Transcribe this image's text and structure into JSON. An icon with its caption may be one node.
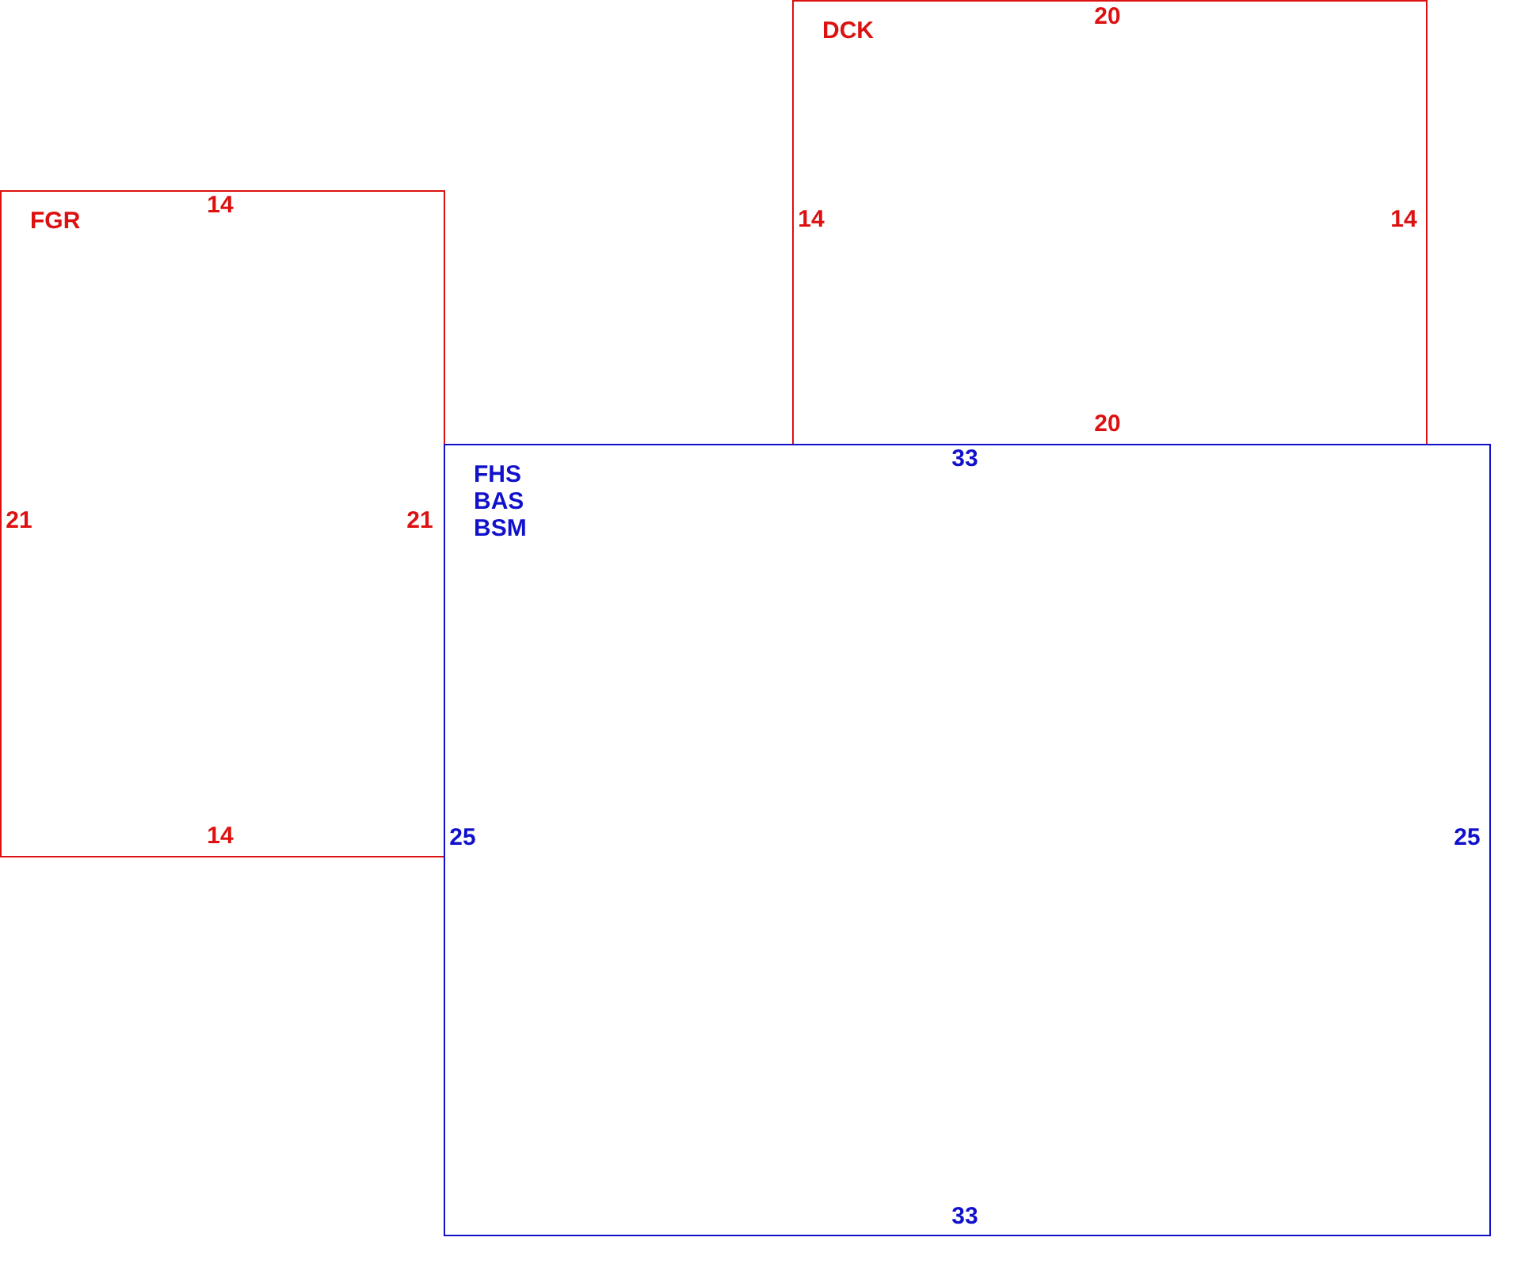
{
  "diagram": {
    "nodes": [
      {
        "text": [
          "DCK"
        ]
      },
      {
        "text": [
          "FGR"
        ]
      },
      {
        "text": [
          "FHS",
          "BAS",
          "BSM"
        ]
      }
    ],
    "labels": [
      "20",
      "14",
      "14",
      "14",
      "20",
      "33",
      "21",
      "21",
      "14",
      "25",
      "25",
      "33"
    ]
  }
}
